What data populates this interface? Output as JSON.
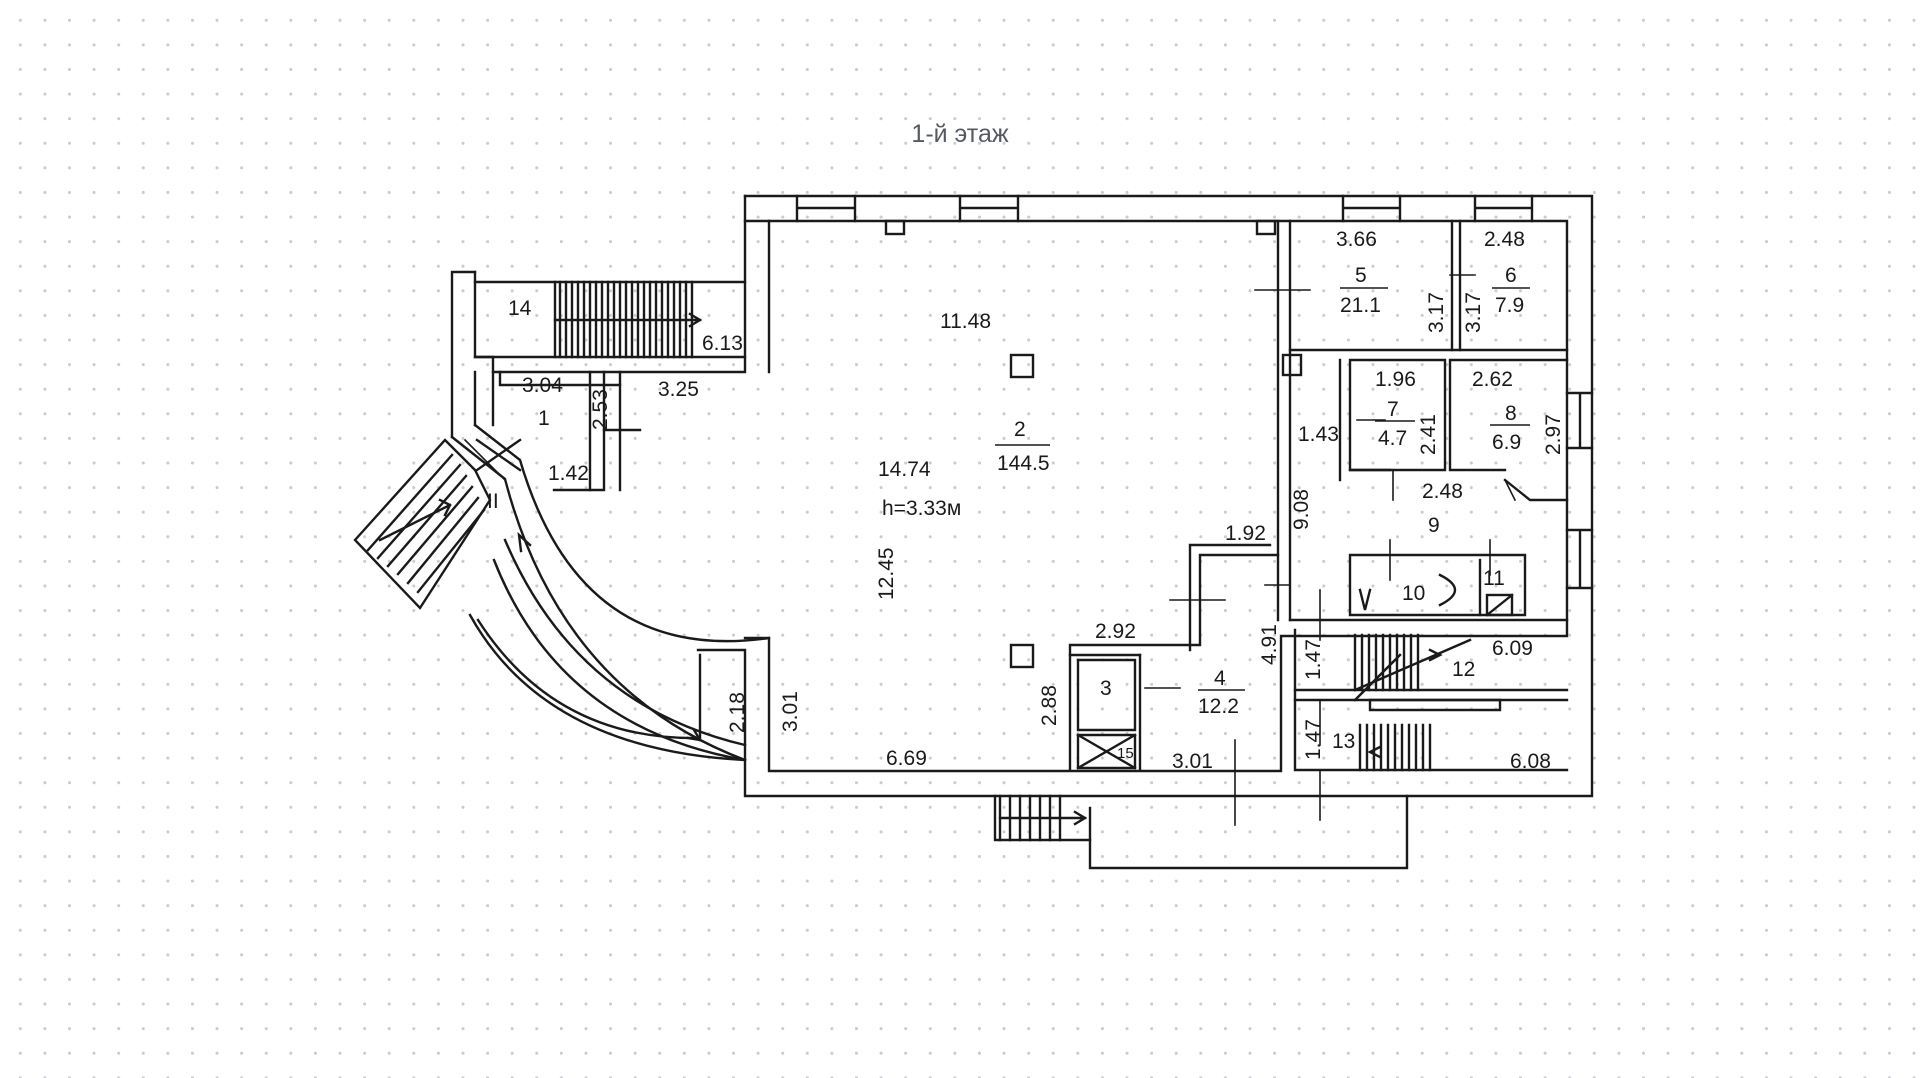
{
  "title": "1-й этаж",
  "colors": {
    "line": "#1a1a1a",
    "dots": "#c9cdd3",
    "title": "#555a60"
  },
  "rooms": [
    {
      "no": "1"
    },
    {
      "no": "2",
      "area": "144.5"
    },
    {
      "no": "3"
    },
    {
      "no": "4",
      "area": "12.2"
    },
    {
      "no": "5",
      "area": "21.1"
    },
    {
      "no": "6",
      "area": "7.9"
    },
    {
      "no": "7",
      "area": "4.7"
    },
    {
      "no": "8",
      "area": "6.9"
    },
    {
      "no": "9"
    },
    {
      "no": "10"
    },
    {
      "no": "11"
    },
    {
      "no": "12"
    },
    {
      "no": "13"
    },
    {
      "no": "14"
    },
    {
      "no": "15"
    },
    {
      "no": "II"
    }
  ],
  "height_note": "h=3.33м",
  "dims": [
    "11.48",
    "14.74",
    "12.45",
    "6.69",
    "3.01",
    "2.88",
    "2.92",
    "1.92",
    "4.91",
    "3.01",
    "3.66",
    "3.17",
    "3.17",
    "2.48",
    "1.96",
    "1.43",
    "2.41",
    "2.62",
    "2.97",
    "2.48",
    "9.08",
    "1.47",
    "1.47",
    "6.09",
    "6.08",
    "6.13",
    "3.04",
    "2.53",
    "3.25",
    "1.42",
    "2.18"
  ]
}
